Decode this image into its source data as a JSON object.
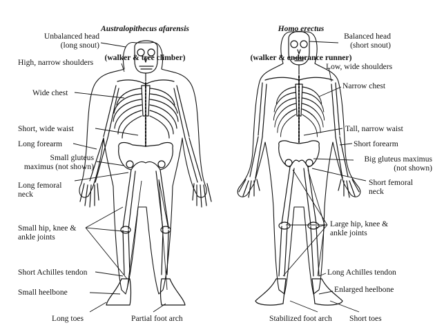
{
  "left_figure": {
    "species": "Australopithecus afarensis",
    "subtitle": "(walker & tree climber)",
    "labels": {
      "head": "Unbalanced head\n(long snout)",
      "shoulders": "High, narrow shoulders",
      "chest": "Wide chest",
      "waist": "Short, wide waist",
      "forearm": "Long forearm",
      "gluteus": "Small gluteus\nmaximus (not shown)",
      "femoral": "Long femoral\nneck",
      "joints": "Small hip, knee &\nankle joints",
      "achilles": "Short Achilles tendon",
      "heel": "Small heelbone",
      "toes": "Long toes",
      "arch": "Partial foot arch"
    }
  },
  "right_figure": {
    "species": "Homo erectus",
    "subtitle": "(walker & endurance runner)",
    "labels": {
      "head": "Balanced head\n(short snout)",
      "shoulders": "Low, wide shoulders",
      "chest": "Narrow chest",
      "waist": "Tall, narrow waist",
      "forearm": "Short forearm",
      "gluteus": "Big gluteus maximus\n(not shown)",
      "femoral": "Short femoral\nneck",
      "joints": "Large hip, knee &\nankle joints",
      "achilles": "Long Achilles tendon",
      "heel": "Enlarged heelbone",
      "arch": "Stabilized foot arch",
      "toes": "Short toes"
    }
  }
}
